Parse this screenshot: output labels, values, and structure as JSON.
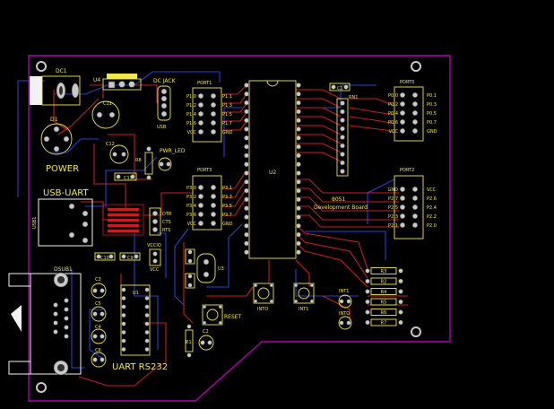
{
  "board": {
    "colors": {
      "background": "#000000",
      "outline": "#b000b0",
      "top_copper": "#c41f1f",
      "bottom_copper": "#2a3fd0",
      "silkscreen": "#f2e84a",
      "pad": "#c8c8c8"
    }
  },
  "labels": {
    "dc1": "DC1",
    "u4": "U4",
    "dc_jack": "DC JACK",
    "usb": "USB",
    "d1": "D1",
    "c11": "C11",
    "c12": "C12",
    "c13": "C13",
    "r8": "R8",
    "pwr_led": "PWR_LED",
    "power": "POWER",
    "usb_uart": "USB-UART",
    "usb1": "USB1",
    "dtr": "DTR",
    "cts": "CTS",
    "rts": "RTS",
    "vccio": "VCCIO",
    "vcc": "VCC",
    "c10": "C10",
    "c9": "C9",
    "dsub1": "DSUB1",
    "c1": "C1",
    "c3": "C3",
    "c5": "C5",
    "c4": "C4",
    "c6": "C6",
    "u1": "U1",
    "uart": "UART RS232",
    "c2": "C2",
    "r1": "R1",
    "reset": "RESET",
    "u3": "U3",
    "u2": "U2",
    "into": "INTO",
    "int1": "INT1",
    "int1_led": "INT1",
    "into_led": "INTO",
    "rn1": "RN1",
    "port1": "PORT1",
    "port3": "PORT3",
    "port0": "PORT0",
    "port2": "PORT2",
    "board_name": "8051",
    "board_sub": "Development Board"
  },
  "port1": {
    "left": [
      "P1.0",
      "P1.2",
      "P1.4",
      "P1.6",
      "VCC"
    ],
    "right": [
      "P1.1",
      "P1.3",
      "P1.5",
      "P1.7",
      "GND"
    ]
  },
  "port3": {
    "left": [
      "P3.0",
      "P3.2",
      "P3.4",
      "P3.6",
      "VCC"
    ],
    "right": [
      "P3.1",
      "P3.3",
      "P3.5",
      "P3.7",
      "GND"
    ]
  },
  "port0": {
    "left": [
      "P0.0",
      "P0.2",
      "P0.4",
      "P0.6",
      "VCC"
    ],
    "right": [
      "P0.1",
      "P0.3",
      "P0.5",
      "P0.7",
      "GND"
    ]
  },
  "port2": {
    "left": [
      "GND",
      "P2.7",
      "P2.5",
      "P2.3",
      "P2.1"
    ],
    "right": [
      "VCC",
      "P2.6",
      "P2.4",
      "P2.2",
      "P2.0"
    ]
  },
  "resistors": [
    "R3",
    "R2",
    "R4",
    "R5",
    "R6",
    "R7"
  ]
}
